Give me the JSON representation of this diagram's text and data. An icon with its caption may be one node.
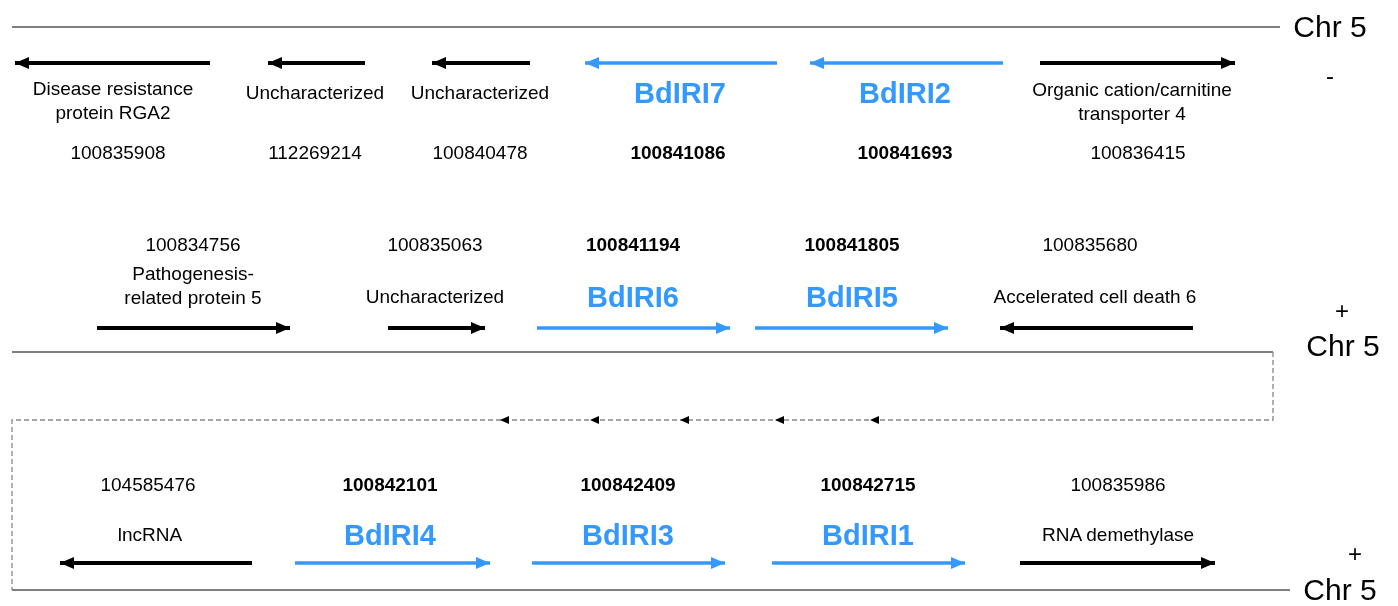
{
  "diagram": {
    "labels": [
      "Chr 5",
      "-",
      "Disease resistance protein RGA2",
      "Uncharacterized",
      "Uncharacterized",
      "BdIRI7",
      "BdIRI2",
      "Organic cation/carnitine transporter 4",
      "100835908",
      "112269214",
      "100840478",
      "100841086",
      "100841693",
      "100836415",
      "100834756",
      "100835063",
      "100841194",
      "100841805",
      "100835680",
      "Pathogenesis-related protein 5",
      "Uncharacterized",
      "BdIRI6",
      "BdIRI5",
      "Accelerated cell death 6",
      "+",
      "Chr 5",
      "104585476",
      "100842101",
      "100842409",
      "100842715",
      "100835986",
      "lncRNA",
      "BdIRI4",
      "BdIRI3",
      "BdIRI1",
      "RNA demethylase",
      "+",
      "Chr 5"
    ]
  }
}
